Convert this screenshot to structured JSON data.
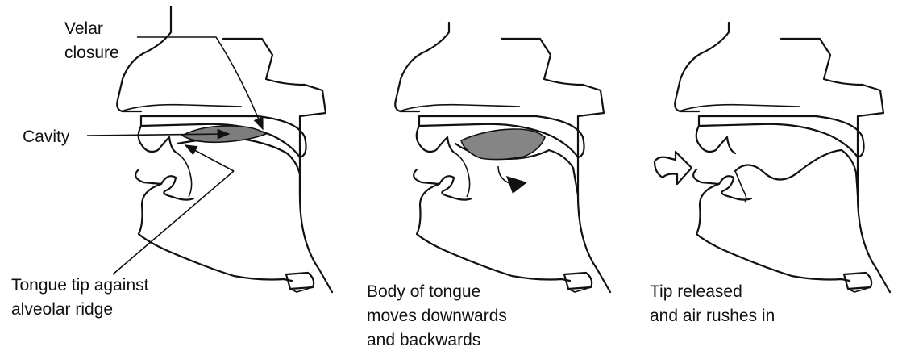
{
  "colors": {
    "line": "#111111",
    "cavity_fill": "#7d7d7d",
    "background": "#ffffff"
  },
  "panels": [
    {
      "id": "panel-1",
      "labels": {
        "velar": [
          "Velar",
          "closure"
        ],
        "cavity": "Cavity",
        "tongue_tip": [
          "Tongue tip against",
          "alveolar ridge"
        ]
      }
    },
    {
      "id": "panel-2",
      "labels": {
        "caption": [
          "Body of tongue",
          "moves downwards",
          "and backwards"
        ]
      }
    },
    {
      "id": "panel-3",
      "labels": {
        "caption": [
          "Tip released",
          "and air rushes in"
        ]
      }
    }
  ]
}
